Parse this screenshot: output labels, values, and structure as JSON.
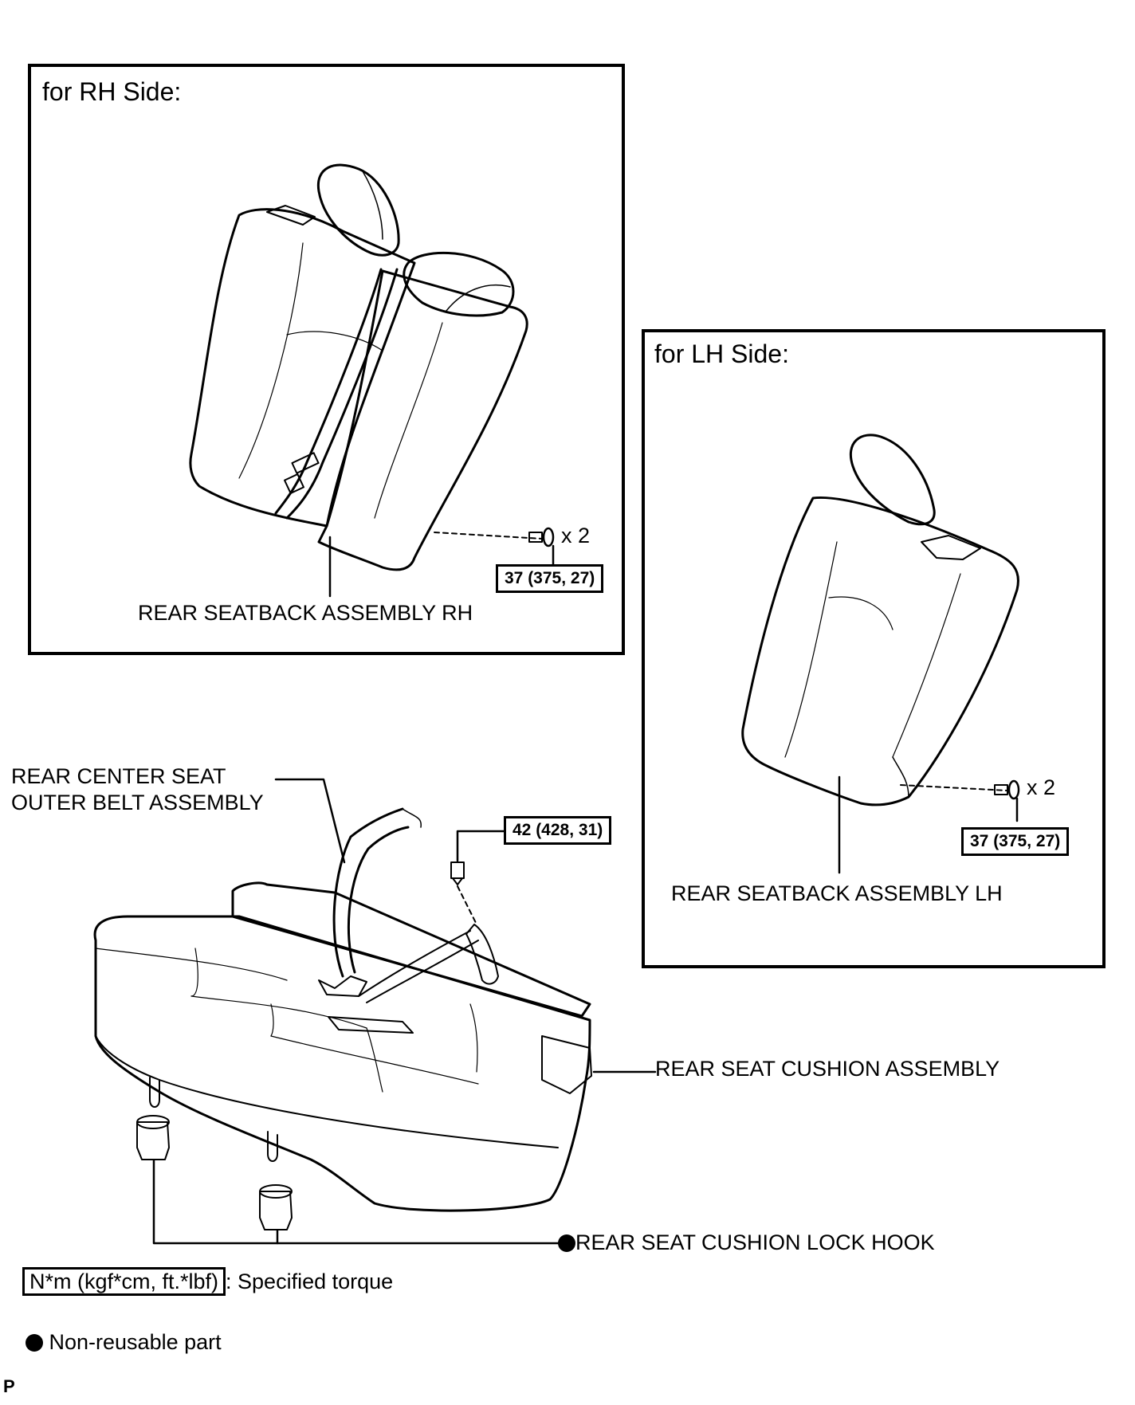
{
  "panels": {
    "rh": {
      "title": "for RH Side:",
      "part_label": "REAR SEATBACK ASSEMBLY RH",
      "torque": "37 (375, 27)",
      "quantity": "x 2"
    },
    "lh": {
      "title": "for LH Side:",
      "part_label": "REAR SEATBACK ASSEMBLY LH",
      "torque": "37 (375, 27)",
      "quantity": "x 2"
    }
  },
  "main": {
    "belt_label_line1": "REAR CENTER SEAT",
    "belt_label_line2": "OUTER BELT ASSEMBLY",
    "belt_torque": "42 (428, 31)",
    "cushion_label": "REAR SEAT CUSHION ASSEMBLY",
    "lock_hook_label": "REAR SEAT CUSHION LOCK HOOK"
  },
  "legend": {
    "torque_unit": "N*m (kgf*cm, ft.*lbf)",
    "torque_desc": ": Specified torque",
    "non_reusable": "Non-reusable part"
  },
  "corner_mark": "P"
}
